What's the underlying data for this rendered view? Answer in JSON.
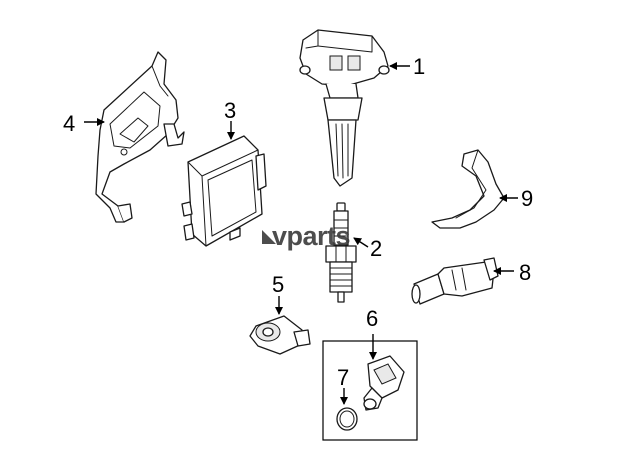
{
  "callouts": [
    {
      "id": "1",
      "label": "1"
    },
    {
      "id": "2",
      "label": "2"
    },
    {
      "id": "3",
      "label": "3"
    },
    {
      "id": "4",
      "label": "4"
    },
    {
      "id": "5",
      "label": "5"
    },
    {
      "id": "6",
      "label": "6"
    },
    {
      "id": "7",
      "label": "7"
    },
    {
      "id": "8",
      "label": "8"
    },
    {
      "id": "9",
      "label": "9"
    }
  ],
  "watermark": {
    "text": "vparts"
  },
  "colors": {
    "line": "#1a1a1a",
    "background": "#ffffff",
    "watermark": "#3a3a3a"
  }
}
